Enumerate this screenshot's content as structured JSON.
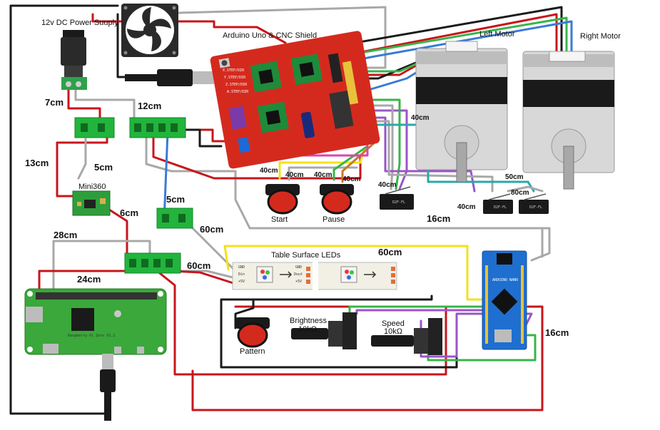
{
  "labels": {
    "power_supply": "12v DC Power Suuply",
    "arduino_uno": "Arduino Uno & CNC Shield",
    "left_motor": "Left Motor",
    "right_motor": "Right Motor",
    "mini360": "Mini360",
    "table_leds": "Table Surface LEDs",
    "start": "Start",
    "pause": "Pause",
    "pattern": "Pattern",
    "brightness": "Brightness",
    "brightness_value": "10kΩ",
    "speed": "Speed",
    "speed_value": "10kΩ",
    "rpi_zero": "Raspberry Pi Zero V1.2",
    "nano": "ARDUINO NANO",
    "endstop_text": "D2F-FL",
    "led_pins": [
      "GND",
      "Din",
      "+5V"
    ],
    "led_pins_out": [
      "GND",
      "Dout",
      "+5V"
    ],
    "shield_axes": [
      "X.STEP/DIR",
      "Y.STEP/DIR",
      "Z.STEP/DIR",
      "A.STEP/DIR"
    ]
  },
  "wire_lengths": {
    "psu_to_hub": "7cm",
    "hub_link": "12cm",
    "hub_to_mini360": "13cm",
    "mini360_branch": "5cm",
    "hub_to_hub": "5cm",
    "mini360_out": "6cm",
    "rpi_long": "28cm",
    "rpi_short": "24cm",
    "hub_to_leds": "60cm",
    "leds_power": "60cm",
    "leds_data": "60cm",
    "start_a": "40cm",
    "start_b": "40cm",
    "pause_a": "40cm",
    "pause_b": "40cm",
    "endstop_a": "40cm",
    "left_motor": "40cm",
    "endstop_right": "50cm",
    "endstop_mid": "40cm",
    "endstop_link": "80cm",
    "endstop_long": "16cm",
    "nano_right": "16cm"
  },
  "colors": {
    "wire_red": "#c8151b",
    "wire_gray": "#a8a8a8",
    "wire_black": "#1a1a1a",
    "wire_green": "#38b44a",
    "wire_blue": "#3a7ad6",
    "wire_yellow": "#f2e21c",
    "wire_purple": "#9a55c8",
    "wire_brown": "#c8772a",
    "wire_pink": "#e040b0",
    "board_red": "#d42a1e",
    "board_green": "#3aa83a",
    "board_blue": "#1e6fd0",
    "hub_green": "#22b43c",
    "motor_gray": "#c8c8c8"
  }
}
